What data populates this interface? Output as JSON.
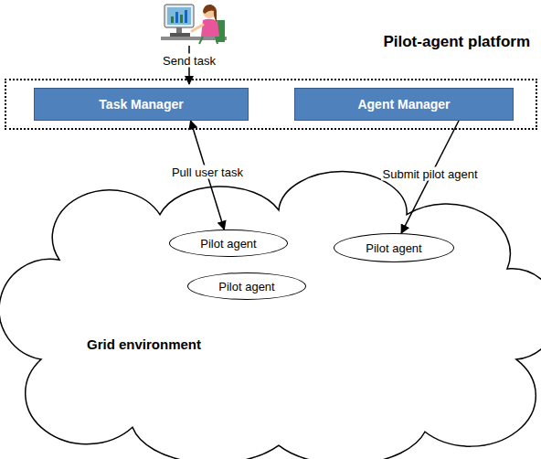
{
  "diagram": {
    "nodes": [
      {
        "text": [
          "Pilot-agent platform"
        ]
      },
      {
        "text": [
          "Task Manager"
        ],
        "in": 0
      },
      {
        "text": [
          "Agent Manager"
        ],
        "in": 0
      },
      {
        "text": [
          "Grid environment"
        ]
      },
      {
        "text": [
          "Pilot agent"
        ],
        "in": 3
      },
      {
        "text": [
          "Pilot agent"
        ],
        "in": 3
      },
      {
        "text": [
          "Pilot agent"
        ],
        "in": 3
      }
    ],
    "edges": [
      {
        "from": 1,
        "to": 4,
        "arrow": "both",
        "label": "Pull user task"
      },
      {
        "from": 2,
        "to": 5,
        "arrow": "to",
        "label": "Submit pilot agent"
      }
    ],
    "labels": [
      "Send task"
    ]
  }
}
